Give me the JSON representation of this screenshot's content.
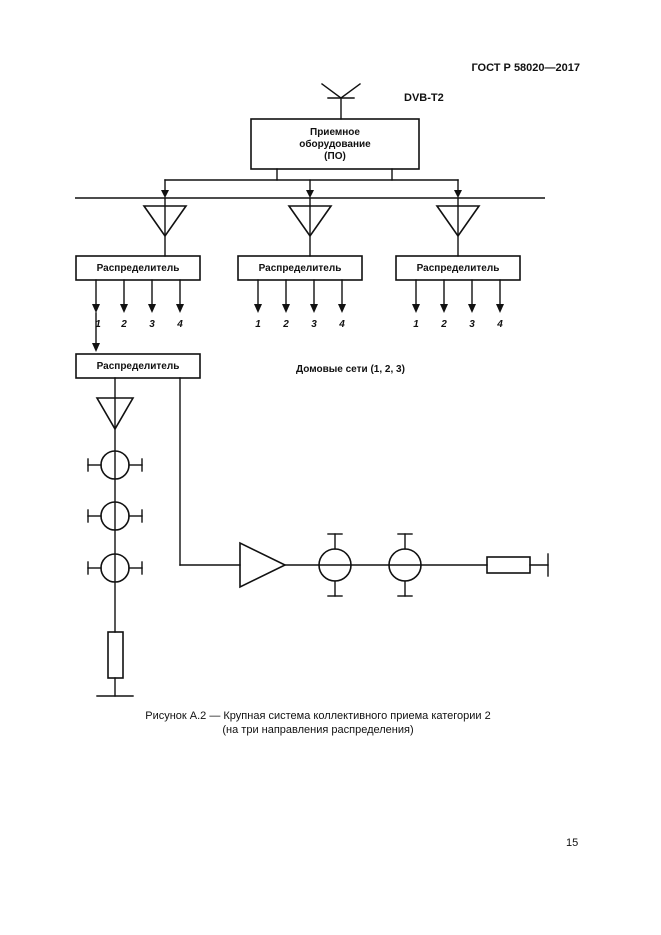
{
  "page": {
    "header": "ГОСТ Р 58020—2017",
    "page_number": "15",
    "caption_line1": "Рисунок А.2 — Крупная система коллективного приема категории 2",
    "caption_line2": "(на три направления распределения)"
  },
  "diagram": {
    "antenna_label": "DVB-T2",
    "receiver_box": {
      "line1": "Приемное",
      "line2": "оборудование",
      "line3": "(ПО)"
    },
    "distributor_label": "Распределитель",
    "home_networks_label": "Домовые сети (1, 2, 3)",
    "output_numbers": [
      "1",
      "2",
      "3",
      "4"
    ]
  },
  "colors": {
    "ink": "#111111",
    "paper": "#ffffff"
  }
}
